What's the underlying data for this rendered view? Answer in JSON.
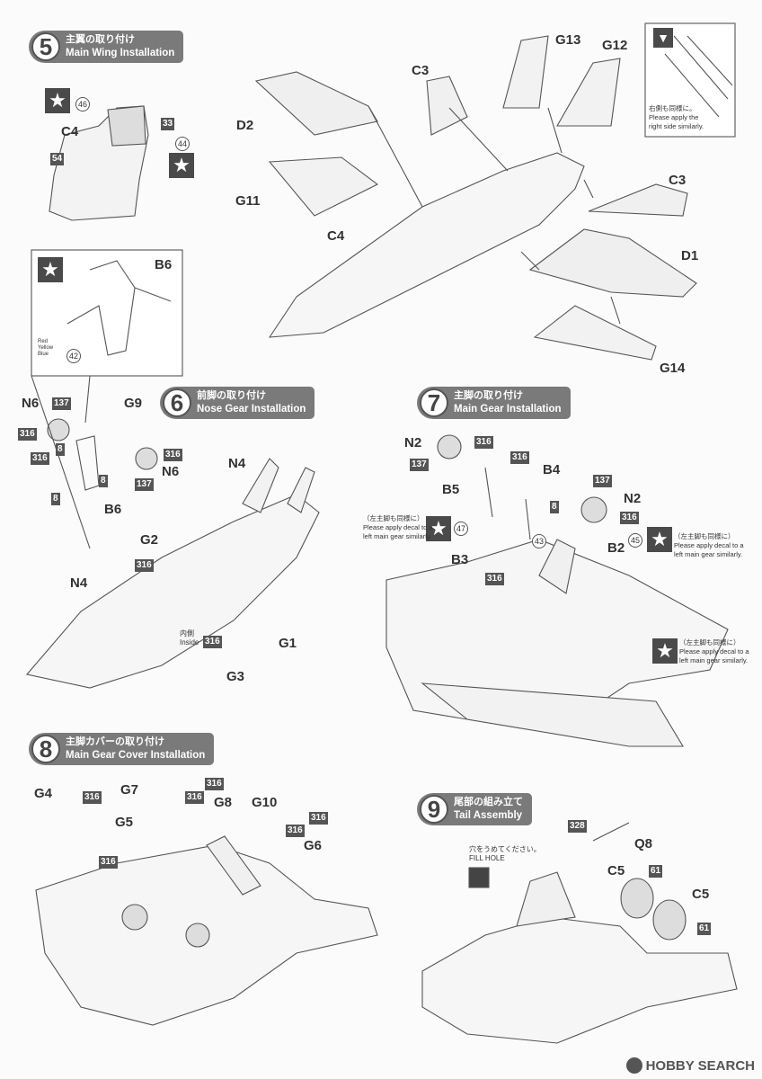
{
  "steps": [
    {
      "num": "5",
      "jp": "主翼の取り付け",
      "en": "Main Wing Installation"
    },
    {
      "num": "6",
      "jp": "前脚の取り付け",
      "en": "Nose Gear Installation"
    },
    {
      "num": "7",
      "jp": "主脚の取り付け",
      "en": "Main Gear Installation"
    },
    {
      "num": "8",
      "jp": "主脚カバーの取り付け",
      "en": "Main Gear Cover Installation"
    },
    {
      "num": "9",
      "jp": "尾部の組み立て",
      "en": "Tail Assembly"
    }
  ],
  "parts": {
    "C3a": "C3",
    "C3b": "C3",
    "G13": "G13",
    "G12": "G12",
    "D2": "D2",
    "C4a": "C4",
    "C4b": "C4",
    "G11": "G11",
    "D1": "D1",
    "G14": "G14",
    "B6a": "B6",
    "B6b": "B6",
    "N6a": "N6",
    "N6b": "N6",
    "G9": "G9",
    "N4a": "N4",
    "N4b": "N4",
    "G2": "G2",
    "G1": "G1",
    "G3": "G3",
    "N2a": "N2",
    "N2b": "N2",
    "B4": "B4",
    "B5": "B5",
    "B3": "B3",
    "B2": "B2",
    "G4": "G4",
    "G7": "G7",
    "G5": "G5",
    "G8": "G8",
    "G10": "G10",
    "G6": "G6",
    "C5a": "C5",
    "C5b": "C5",
    "Q8": "Q8"
  },
  "paint_chips": {
    "c33": "33",
    "c54": "54",
    "c137a": "137",
    "c316a": "316",
    "c316b": "316",
    "c8a": "8",
    "c8b": "8",
    "c8c": "8",
    "c316c": "316",
    "c137b": "137",
    "c316d": "316",
    "c316e": "316",
    "c316f": "316",
    "c137c": "137",
    "c316g": "316",
    "c137d": "137",
    "c8d": "8",
    "c316h": "316",
    "c316i": "316",
    "c316j": "316",
    "c316k": "316",
    "c316l": "316",
    "c316m": "316",
    "c316n": "316",
    "c316o": "316",
    "c328": "328",
    "c61a": "61",
    "c61b": "61"
  },
  "decals": {
    "d46": "46",
    "d44": "44",
    "d42": "42",
    "d47": "47",
    "d43": "43",
    "d45": "45"
  },
  "notes": {
    "right_side_jp": "右側も同様に。",
    "right_side_en1": "Please apply the",
    "right_side_en2": "right side similarly.",
    "left_main_jp": "（左主脚も同様に）",
    "left_main_en1": "Please apply decal to a",
    "left_main_en2": "left main gear similarly.",
    "inside_jp": "内側",
    "inside_en": "Inside",
    "fill_hole_jp": "穴をうめてください。",
    "fill_hole_en": "FILL HOLE",
    "red": "Red",
    "yellow": "Yellow",
    "blue": "Blue"
  },
  "watermark": "HOBBY SEARCH"
}
